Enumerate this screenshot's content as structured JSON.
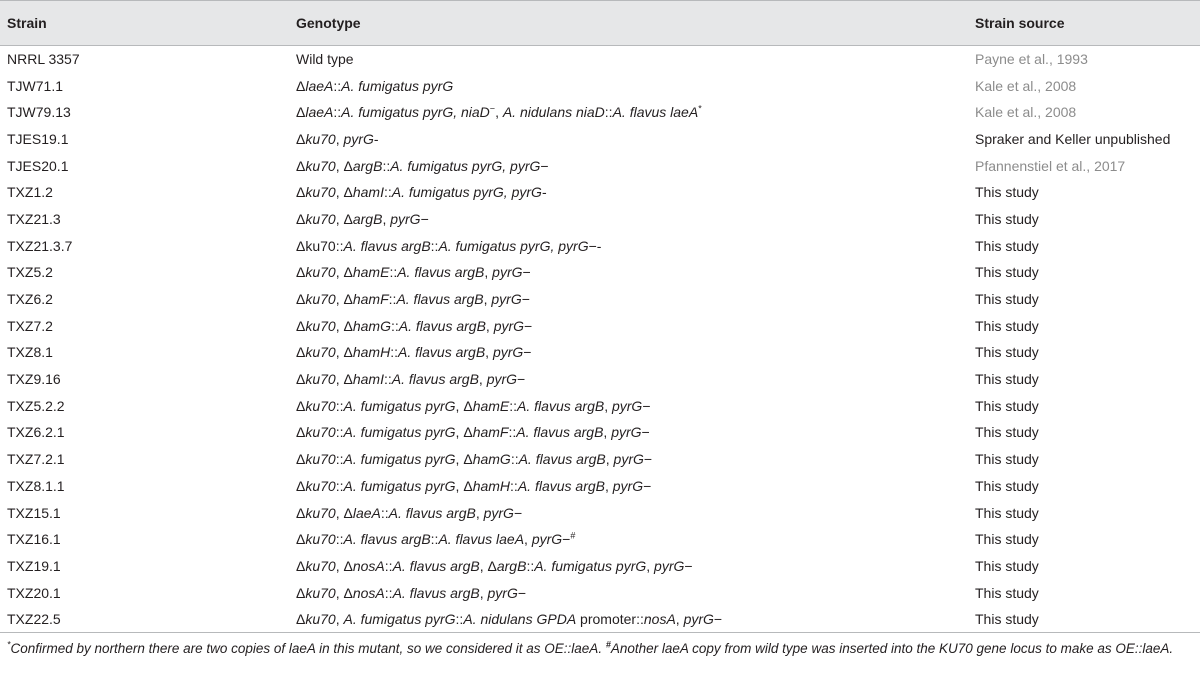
{
  "headers": {
    "strain": "Strain",
    "genotype": "Genotype",
    "source": "Strain source"
  },
  "rows": [
    {
      "strain": "NRRL 3357",
      "genotype": [
        {
          "t": "Wild type"
        }
      ],
      "source": "Payne et al., 1993",
      "source_link": true
    },
    {
      "strain": "TJW71.1",
      "genotype": [
        {
          "t": "Δ"
        },
        {
          "t": "laeA",
          "i": true
        },
        {
          "t": "::"
        },
        {
          "t": "A. fumigatus pyrG",
          "i": true
        }
      ],
      "source": "Kale et al., 2008",
      "source_link": true
    },
    {
      "strain": "TJW79.13",
      "genotype": [
        {
          "t": "Δ"
        },
        {
          "t": "laeA",
          "i": true
        },
        {
          "t": "::"
        },
        {
          "t": "A. fumigatus pyrG, niaD",
          "i": true
        },
        {
          "t": "−",
          "sup": true
        },
        {
          "t": ", "
        },
        {
          "t": "A. nidulans niaD",
          "i": true
        },
        {
          "t": "::"
        },
        {
          "t": "A. flavus laeA",
          "i": true
        },
        {
          "t": "*",
          "sup": true
        }
      ],
      "source": "Kale et al., 2008",
      "source_link": true
    },
    {
      "strain": "TJES19.1",
      "genotype": [
        {
          "t": "Δ"
        },
        {
          "t": "ku70",
          "i": true
        },
        {
          "t": ", "
        },
        {
          "t": "pyrG",
          "i": true
        },
        {
          "t": "-"
        }
      ],
      "source": "Spraker and Keller unpublished",
      "source_link": false
    },
    {
      "strain": "TJES20.1",
      "genotype": [
        {
          "t": "Δ"
        },
        {
          "t": "ku70",
          "i": true
        },
        {
          "t": ", Δ"
        },
        {
          "t": "argB",
          "i": true
        },
        {
          "t": "::"
        },
        {
          "t": "A. fumigatus pyrG, pyrG",
          "i": true
        },
        {
          "t": "−"
        }
      ],
      "source": "Pfannenstiel et al., 2017",
      "source_link": true
    },
    {
      "strain": "TXZ1.2",
      "genotype": [
        {
          "t": "Δ"
        },
        {
          "t": "ku70",
          "i": true
        },
        {
          "t": ", Δ"
        },
        {
          "t": "hamI",
          "i": true
        },
        {
          "t": "::"
        },
        {
          "t": "A. fumigatus pyrG, pyrG",
          "i": true
        },
        {
          "t": "-"
        }
      ],
      "source": "This study",
      "source_link": false
    },
    {
      "strain": "TXZ21.3",
      "genotype": [
        {
          "t": "Δ"
        },
        {
          "t": "ku70",
          "i": true
        },
        {
          "t": ", Δ"
        },
        {
          "t": "argB",
          "i": true
        },
        {
          "t": ", "
        },
        {
          "t": "pyrG",
          "i": true
        },
        {
          "t": "−"
        }
      ],
      "source": "This study",
      "source_link": false
    },
    {
      "strain": "TXZ21.3.7",
      "genotype": [
        {
          "t": "Δku70::"
        },
        {
          "t": "A. flavus argB",
          "i": true
        },
        {
          "t": "::"
        },
        {
          "t": "A. fumigatus pyrG, pyrG",
          "i": true
        },
        {
          "t": "−-"
        }
      ],
      "source": "This study",
      "source_link": false
    },
    {
      "strain": "TXZ5.2",
      "genotype": [
        {
          "t": "Δ"
        },
        {
          "t": "ku70",
          "i": true
        },
        {
          "t": ", Δ"
        },
        {
          "t": "hamE",
          "i": true
        },
        {
          "t": "::"
        },
        {
          "t": "A. flavus argB",
          "i": true
        },
        {
          "t": ", "
        },
        {
          "t": "pyrG",
          "i": true
        },
        {
          "t": "−"
        }
      ],
      "source": "This study",
      "source_link": false
    },
    {
      "strain": "TXZ6.2",
      "genotype": [
        {
          "t": "Δ"
        },
        {
          "t": "ku70",
          "i": true
        },
        {
          "t": ", Δ"
        },
        {
          "t": "hamF",
          "i": true
        },
        {
          "t": "::"
        },
        {
          "t": "A. flavus argB",
          "i": true
        },
        {
          "t": ", "
        },
        {
          "t": "pyrG",
          "i": true
        },
        {
          "t": "−"
        }
      ],
      "source": "This study",
      "source_link": false
    },
    {
      "strain": "TXZ7.2",
      "genotype": [
        {
          "t": "Δ"
        },
        {
          "t": "ku70",
          "i": true
        },
        {
          "t": ", Δ"
        },
        {
          "t": "hamG",
          "i": true
        },
        {
          "t": "::"
        },
        {
          "t": "A. flavus argB",
          "i": true
        },
        {
          "t": ", "
        },
        {
          "t": "pyrG",
          "i": true
        },
        {
          "t": "−"
        }
      ],
      "source": "This study",
      "source_link": false
    },
    {
      "strain": "TXZ8.1",
      "genotype": [
        {
          "t": "Δ"
        },
        {
          "t": "ku70",
          "i": true
        },
        {
          "t": ", Δ"
        },
        {
          "t": "hamH",
          "i": true
        },
        {
          "t": "::"
        },
        {
          "t": "A. flavus argB",
          "i": true
        },
        {
          "t": ", "
        },
        {
          "t": "pyrG",
          "i": true
        },
        {
          "t": "−"
        }
      ],
      "source": "This study",
      "source_link": false
    },
    {
      "strain": "TXZ9.16",
      "genotype": [
        {
          "t": "Δ"
        },
        {
          "t": "ku70",
          "i": true
        },
        {
          "t": ", Δ"
        },
        {
          "t": "hamI",
          "i": true
        },
        {
          "t": "::"
        },
        {
          "t": "A. flavus argB",
          "i": true
        },
        {
          "t": ", "
        },
        {
          "t": "pyrG",
          "i": true
        },
        {
          "t": "−"
        }
      ],
      "source": "This study",
      "source_link": false
    },
    {
      "strain": "TXZ5.2.2",
      "genotype": [
        {
          "t": "Δ"
        },
        {
          "t": "ku70",
          "i": true
        },
        {
          "t": "::"
        },
        {
          "t": "A. fumigatus pyrG",
          "i": true
        },
        {
          "t": ", Δ"
        },
        {
          "t": "hamE",
          "i": true
        },
        {
          "t": "::"
        },
        {
          "t": "A. flavus argB",
          "i": true
        },
        {
          "t": ", "
        },
        {
          "t": "pyrG",
          "i": true
        },
        {
          "t": "−"
        }
      ],
      "source": "This study",
      "source_link": false
    },
    {
      "strain": "TXZ6.2.1",
      "genotype": [
        {
          "t": "Δ"
        },
        {
          "t": "ku70",
          "i": true
        },
        {
          "t": "::"
        },
        {
          "t": "A. fumigatus pyrG",
          "i": true
        },
        {
          "t": ", Δ"
        },
        {
          "t": "hamF",
          "i": true
        },
        {
          "t": "::"
        },
        {
          "t": "A. flavus argB",
          "i": true
        },
        {
          "t": ", "
        },
        {
          "t": "pyrG",
          "i": true
        },
        {
          "t": "−"
        }
      ],
      "source": "This study",
      "source_link": false
    },
    {
      "strain": "TXZ7.2.1",
      "genotype": [
        {
          "t": "Δ"
        },
        {
          "t": "ku70",
          "i": true
        },
        {
          "t": "::"
        },
        {
          "t": "A. fumigatus pyrG",
          "i": true
        },
        {
          "t": ", Δ"
        },
        {
          "t": "hamG",
          "i": true
        },
        {
          "t": "::"
        },
        {
          "t": "A. flavus argB",
          "i": true
        },
        {
          "t": ", "
        },
        {
          "t": "pyrG",
          "i": true
        },
        {
          "t": "−"
        }
      ],
      "source": "This study",
      "source_link": false
    },
    {
      "strain": "TXZ8.1.1",
      "genotype": [
        {
          "t": "Δ"
        },
        {
          "t": "ku70",
          "i": true
        },
        {
          "t": "::"
        },
        {
          "t": "A. fumigatus pyrG",
          "i": true
        },
        {
          "t": ", Δ"
        },
        {
          "t": "hamH",
          "i": true
        },
        {
          "t": "::"
        },
        {
          "t": "A. flavus argB",
          "i": true
        },
        {
          "t": ", "
        },
        {
          "t": "pyrG",
          "i": true
        },
        {
          "t": "−"
        }
      ],
      "source": "This study",
      "source_link": false
    },
    {
      "strain": "TXZ15.1",
      "genotype": [
        {
          "t": "Δ"
        },
        {
          "t": "ku70",
          "i": true
        },
        {
          "t": ", Δ"
        },
        {
          "t": "laeA",
          "i": true
        },
        {
          "t": "::"
        },
        {
          "t": "A. flavus argB",
          "i": true
        },
        {
          "t": ", "
        },
        {
          "t": "pyrG",
          "i": true
        },
        {
          "t": "−"
        }
      ],
      "source": "This study",
      "source_link": false
    },
    {
      "strain": "TXZ16.1",
      "genotype": [
        {
          "t": "Δ"
        },
        {
          "t": "ku70",
          "i": true
        },
        {
          "t": "::"
        },
        {
          "t": "A. flavus argB",
          "i": true
        },
        {
          "t": "::"
        },
        {
          "t": "A. flavus laeA",
          "i": true
        },
        {
          "t": ", "
        },
        {
          "t": "pyrG",
          "i": true
        },
        {
          "t": "−"
        },
        {
          "t": "#",
          "sup": true
        }
      ],
      "source": "This study",
      "source_link": false
    },
    {
      "strain": "TXZ19.1",
      "genotype": [
        {
          "t": "Δ"
        },
        {
          "t": "ku70",
          "i": true
        },
        {
          "t": ", Δ"
        },
        {
          "t": "nosA",
          "i": true
        },
        {
          "t": "::"
        },
        {
          "t": "A. flavus argB",
          "i": true
        },
        {
          "t": ", Δ"
        },
        {
          "t": "argB",
          "i": true
        },
        {
          "t": "::"
        },
        {
          "t": "A. fumigatus pyrG",
          "i": true
        },
        {
          "t": ", "
        },
        {
          "t": "pyrG",
          "i": true
        },
        {
          "t": "−"
        }
      ],
      "source": "This study",
      "source_link": false
    },
    {
      "strain": "TXZ20.1",
      "genotype": [
        {
          "t": "Δ"
        },
        {
          "t": "ku70",
          "i": true
        },
        {
          "t": ", Δ"
        },
        {
          "t": "nosA",
          "i": true
        },
        {
          "t": "::"
        },
        {
          "t": "A. flavus argB",
          "i": true
        },
        {
          "t": ", "
        },
        {
          "t": "pyrG",
          "i": true
        },
        {
          "t": "−"
        }
      ],
      "source": "This study",
      "source_link": false
    },
    {
      "strain": "TXZ22.5",
      "genotype": [
        {
          "t": "Δ"
        },
        {
          "t": "ku70",
          "i": true
        },
        {
          "t": ", "
        },
        {
          "t": "A. fumigatus pyrG",
          "i": true
        },
        {
          "t": "::"
        },
        {
          "t": "A. nidulans GPDA",
          "i": true
        },
        {
          "t": " promoter::"
        },
        {
          "t": "nosA",
          "i": true
        },
        {
          "t": ", "
        },
        {
          "t": "pyrG",
          "i": true
        },
        {
          "t": "−"
        }
      ],
      "source": "This study",
      "source_link": false
    }
  ],
  "footnote": [
    {
      "t": "*",
      "sup": true
    },
    {
      "t": "Confirmed by northern there are two copies of laeA in this mutant, so we considered it as OE::laeA. "
    },
    {
      "t": "#",
      "sup": true,
      "b": true
    },
    {
      "t": "Another laeA copy from wild type was inserted into the KU70 gene locus to make as OE::laeA."
    }
  ],
  "colors": {
    "header_bg": "#e6e7e8",
    "rule": "#b7b9bb",
    "text": "#231f20",
    "link_text": "#8c8c8c"
  }
}
